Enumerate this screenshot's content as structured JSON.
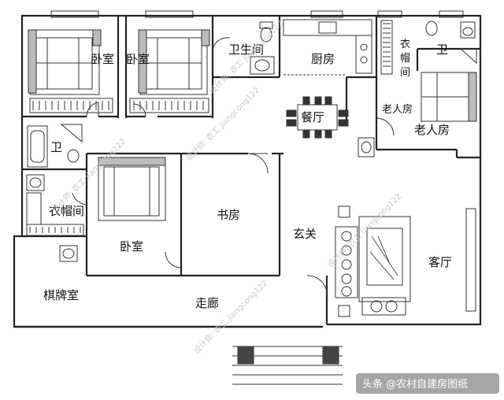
{
  "plan": {
    "rooms": {
      "bedroom_top_left": "卧室",
      "bedroom_top_mid": "卧室",
      "bathroom_top": "卫生间",
      "kitchen": "厨房",
      "wardrobe_right": [
        "衣",
        "帽",
        "间"
      ],
      "bathroom_right": "卫",
      "dining": "餐厅",
      "elder_room_small": "老人房",
      "elder_room": "老人房",
      "bathroom_left": "卫",
      "wardrobe_left": "衣帽间",
      "bedroom_mid": "卧室",
      "study": "书房",
      "foyer": "玄关",
      "living_room": "客厅",
      "chess_room": "棋牌室",
      "corridor": "走廊"
    },
    "watermarks": [
      "设计师: 农工 jiangcong122",
      "设计师: 农工 jiangcong122",
      "设计师: 农工 jiangcong122",
      "设计师: 农工 jiangcong122",
      "设计师: 农工 jiangcong122"
    ],
    "credit": "头条 @农村自建房图纸"
  }
}
